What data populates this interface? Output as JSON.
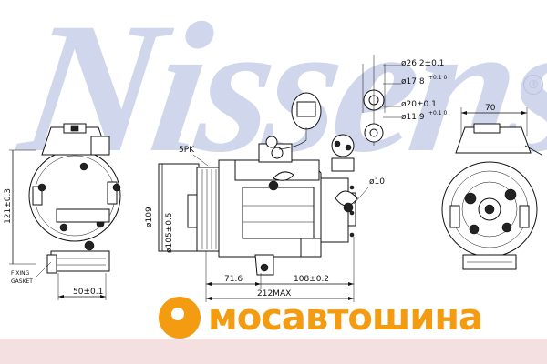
{
  "watermark": {
    "brand": "Nissens",
    "registered_mark": "®"
  },
  "branding": {
    "site_name": "мосавтошина"
  },
  "dimensions": {
    "height_121": "121±0.3",
    "fixing_label_1": "FIXING",
    "fixing_label_2": "GASKET",
    "width_50": "50±0.1",
    "pulley_type": "5PK",
    "dia_109": "ø109",
    "dia_105": "ø105±0.5",
    "len_71": "71.6",
    "len_108": "108±0.2",
    "max_212": "212MAX",
    "port_26": "ø26.2±0.1",
    "port_17": "ø17.8",
    "port_17_tol": "+0.1 0",
    "port_20": "ø20±0.1",
    "port_11": "ø11.9",
    "port_11_tol": "+0.1 0",
    "dia_10": "ø10",
    "width_70": "70"
  },
  "colors": {
    "watermark": "#c4cbe6",
    "brand_orange": "#f39c12",
    "band_pink": "#f4dfe1"
  }
}
